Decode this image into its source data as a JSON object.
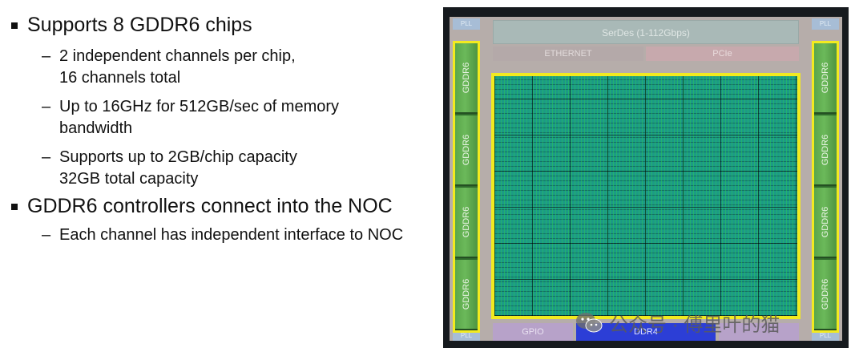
{
  "bullets": [
    {
      "text": "Supports 8 GDDR6 chips",
      "sub": [
        {
          "lines": [
            "2 independent channels per chip,",
            "16 channels total"
          ]
        },
        {
          "lines": [
            "Up to 16GHz for 512GB/sec of memory",
            "bandwidth"
          ]
        },
        {
          "lines": [
            "Supports up to 2GB/chip capacity",
            "32GB total capacity"
          ]
        }
      ]
    },
    {
      "text": "GDDR6 controllers connect into the NOC",
      "sub": [
        {
          "lines": [
            "Each channel has independent interface to NOC"
          ]
        }
      ]
    }
  ],
  "sub_marker": "–",
  "die": {
    "pll": "PLL",
    "serdes": "SerDes (1-112Gbps)",
    "ethernet": "ETHERNET",
    "pcie": "PCIe",
    "gddr_label": "GDDR6",
    "gpio": "GPIO",
    "ddr4": "DDR4"
  },
  "watermark": "公众号 · 傅里叶的猫",
  "colors": {
    "highlight": "#f2ea20",
    "gddr": "#5aa64b",
    "core": "#1c9a86",
    "ddr4": "#2c3ed6"
  }
}
